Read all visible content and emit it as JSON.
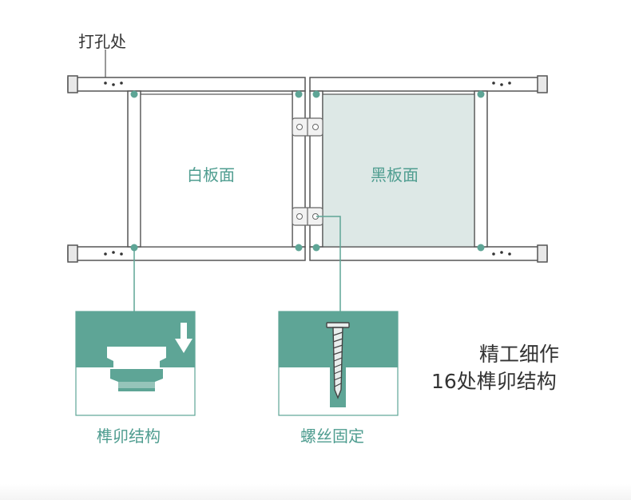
{
  "labels": {
    "drill_point": "打孔处",
    "white_board": "白板面",
    "black_board": "黑板面",
    "mortise_caption": "榫卯结构",
    "screw_caption": "螺丝固定",
    "feature_line1": "精工细作",
    "feature_line2": "16处榫卯结构"
  },
  "icons": {
    "mortise_detail": "mortise-tenon-joint-icon",
    "screw_detail": "screw-icon",
    "arrow": "arrow-down-icon",
    "hinge": "hinge-icon"
  },
  "colors": {
    "accent": "#5ea596",
    "accent_text": "#4f9d90",
    "frame_stroke": "#555555",
    "black_panel_fill": "#dde8e6",
    "text_dark": "#333333"
  }
}
